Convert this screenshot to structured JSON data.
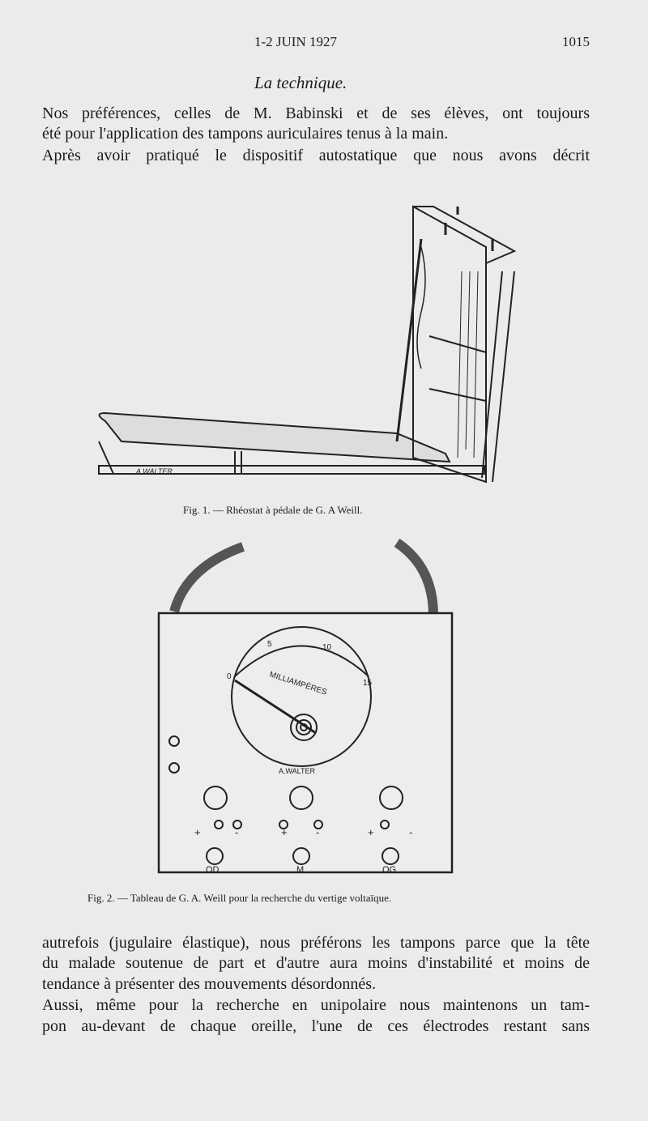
{
  "header": {
    "date": "1-2 JUIN 1927",
    "page_number": "1015"
  },
  "section_title": "La technique.",
  "paragraph_top": [
    "Nos préférences, celles de M. Babinski et de ses élèves, ont toujours",
    "été pour l'application des tampons auriculaires tenus à la main.",
    "Après avoir pratiqué le dispositif autostatique que nous avons décrit"
  ],
  "figure1": {
    "caption": "Fig. 1. — Rhéostat à pédale de G. A Weill.",
    "maker_label": "A WALTER"
  },
  "figure2": {
    "caption": "Fig. 2. — Tableau de G. A. Weill pour la recherche du vertige voltaïque.",
    "meter_label": "MILLIAMPÈRES",
    "scale": [
      "0",
      "5",
      "10",
      "15"
    ],
    "maker_label": "A.WALTER",
    "plus": "+",
    "minus": "-",
    "terminals": [
      "OD",
      "M",
      "OG"
    ]
  },
  "paragraph_bottom": [
    "autrefois (jugulaire élastique), nous préférons les tampons parce que la tête",
    "du malade soutenue de part et d'autre aura moins d'instabilité et moins de",
    "tendance à présenter des mouvements désordonnés.",
    "Aussi, même pour la recherche en unipolaire nous maintenons un tam-",
    "pon au-devant de chaque oreille, l'une de ces électrodes restant sans"
  ]
}
